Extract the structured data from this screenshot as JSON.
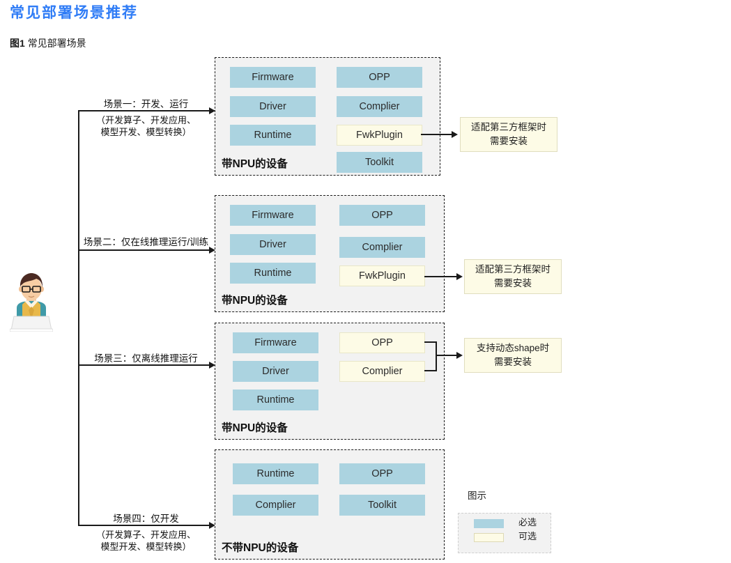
{
  "header": {
    "title": "常见部署场景推荐",
    "figure_number": "图1",
    "figure_caption": "常见部署场景",
    "title_color": "#2f7cf6"
  },
  "colors": {
    "required": "#abd3e0",
    "optional": "#fdfbe6",
    "panel_bg": "#f2f2f2",
    "line": "#1a1a1a"
  },
  "actor": {
    "name": "developer-avatar"
  },
  "scenarios": [
    {
      "id": "scenario-1",
      "label": "场景一：开发、运行",
      "sublabel_line1": "（开发算子、开发应用、",
      "sublabel_line2": "模型开发、模型转换）",
      "device_label": "带NPU的设备",
      "left_column": [
        {
          "name": "Firmware",
          "type": "required"
        },
        {
          "name": "Driver",
          "type": "required"
        },
        {
          "name": "Runtime",
          "type": "required"
        }
      ],
      "right_column": [
        {
          "name": "OPP",
          "type": "required"
        },
        {
          "name": "Complier",
          "type": "required"
        },
        {
          "name": "FwkPlugin",
          "type": "optional"
        },
        {
          "name": "Toolkit",
          "type": "required"
        }
      ],
      "note": {
        "line1": "适配第三方框架时",
        "line2": "需要安装"
      }
    },
    {
      "id": "scenario-2",
      "label": "场景二：仅在线推理运行/训练",
      "sublabel_line1": "",
      "sublabel_line2": "",
      "device_label": "带NPU的设备",
      "left_column": [
        {
          "name": "Firmware",
          "type": "required"
        },
        {
          "name": "Driver",
          "type": "required"
        },
        {
          "name": "Runtime",
          "type": "required"
        }
      ],
      "right_column": [
        {
          "name": "OPP",
          "type": "required"
        },
        {
          "name": "Complier",
          "type": "required"
        },
        {
          "name": "FwkPlugin",
          "type": "optional"
        }
      ],
      "note": {
        "line1": "适配第三方框架时",
        "line2": "需要安装"
      }
    },
    {
      "id": "scenario-3",
      "label": "场景三：仅离线推理运行",
      "sublabel_line1": "",
      "sublabel_line2": "",
      "device_label": "带NPU的设备",
      "left_column": [
        {
          "name": "Firmware",
          "type": "required"
        },
        {
          "name": "Driver",
          "type": "required"
        },
        {
          "name": "Runtime",
          "type": "required"
        }
      ],
      "right_column": [
        {
          "name": "OPP",
          "type": "optional"
        },
        {
          "name": "Complier",
          "type": "optional"
        }
      ],
      "note": {
        "line1": "支持动态shape时",
        "line2": "需要安装"
      }
    },
    {
      "id": "scenario-4",
      "label": "场景四：仅开发",
      "sublabel_line1": "（开发算子、开发应用、",
      "sublabel_line2": "模型开发、模型转换）",
      "device_label": "不带NPU的设备",
      "left_column": [
        {
          "name": "Runtime",
          "type": "required"
        },
        {
          "name": "Complier",
          "type": "required"
        }
      ],
      "right_column": [
        {
          "name": "OPP",
          "type": "required"
        },
        {
          "name": "Toolkit",
          "type": "required"
        }
      ],
      "note": null
    }
  ],
  "legend": {
    "title": "图示",
    "items": [
      {
        "swatch": "required",
        "label": "必选"
      },
      {
        "swatch": "optional",
        "label": "可选"
      }
    ]
  }
}
